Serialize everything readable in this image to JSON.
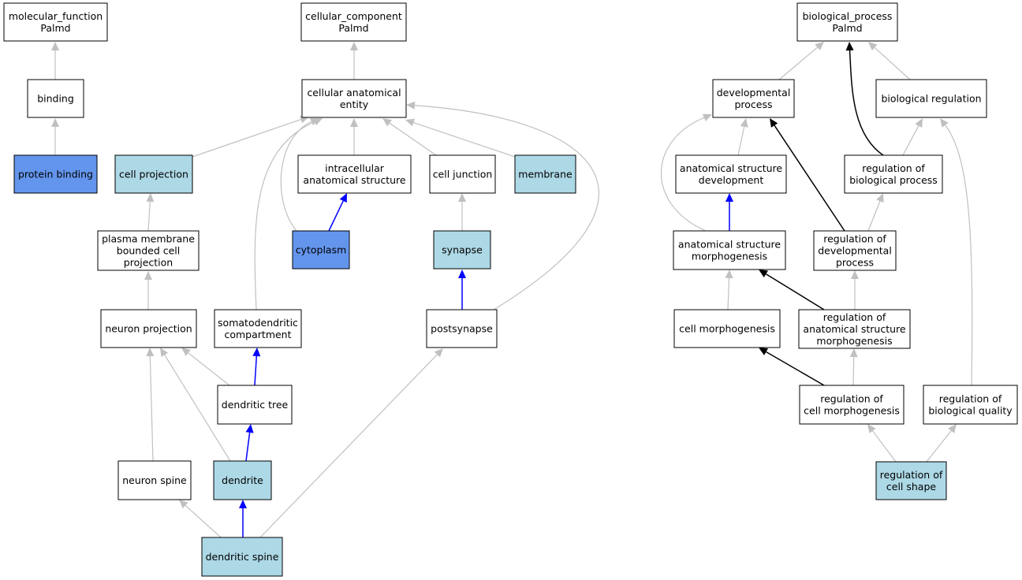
{
  "colors": {
    "default_fill": "#ffffff",
    "light_fill": "#add8e6",
    "strong_fill": "#6495ed",
    "edge_gray": "#c0c0c0",
    "edge_blue": "#0000ff",
    "edge_black": "#000000"
  },
  "nodes": [
    {
      "id": "mf",
      "lines": [
        "molecular_function",
        "Palmd"
      ],
      "style": "default"
    },
    {
      "id": "binding",
      "lines": [
        "binding"
      ],
      "style": "default"
    },
    {
      "id": "protein_binding",
      "lines": [
        "protein binding"
      ],
      "style": "strong"
    },
    {
      "id": "cc",
      "lines": [
        "cellular_component",
        "Palmd"
      ],
      "style": "default"
    },
    {
      "id": "cae",
      "lines": [
        "cellular anatomical",
        "entity"
      ],
      "style": "default"
    },
    {
      "id": "cell_projection",
      "lines": [
        "cell projection"
      ],
      "style": "light"
    },
    {
      "id": "intracellular",
      "lines": [
        "intracellular",
        "anatomical structure"
      ],
      "style": "default"
    },
    {
      "id": "cell_junction",
      "lines": [
        "cell junction"
      ],
      "style": "default"
    },
    {
      "id": "membrane",
      "lines": [
        "membrane"
      ],
      "style": "light"
    },
    {
      "id": "pmbcp",
      "lines": [
        "plasma membrane",
        "bounded cell",
        "projection"
      ],
      "style": "default"
    },
    {
      "id": "cytoplasm",
      "lines": [
        "cytoplasm"
      ],
      "style": "strong"
    },
    {
      "id": "synapse",
      "lines": [
        "synapse"
      ],
      "style": "light"
    },
    {
      "id": "neuron_projection",
      "lines": [
        "neuron projection"
      ],
      "style": "default"
    },
    {
      "id": "somatodendritic",
      "lines": [
        "somatodendritic",
        "compartment"
      ],
      "style": "default"
    },
    {
      "id": "postsynapse",
      "lines": [
        "postsynapse"
      ],
      "style": "default"
    },
    {
      "id": "dendritic_tree",
      "lines": [
        "dendritic tree"
      ],
      "style": "default"
    },
    {
      "id": "neuron_spine",
      "lines": [
        "neuron spine"
      ],
      "style": "default"
    },
    {
      "id": "dendrite",
      "lines": [
        "dendrite"
      ],
      "style": "light"
    },
    {
      "id": "dendritic_spine",
      "lines": [
        "dendritic spine"
      ],
      "style": "light"
    },
    {
      "id": "bp",
      "lines": [
        "biological_process",
        "Palmd"
      ],
      "style": "default"
    },
    {
      "id": "dev_process",
      "lines": [
        "developmental",
        "process"
      ],
      "style": "default"
    },
    {
      "id": "bio_regulation",
      "lines": [
        "biological regulation"
      ],
      "style": "default"
    },
    {
      "id": "asd",
      "lines": [
        "anatomical structure",
        "development"
      ],
      "style": "default"
    },
    {
      "id": "reg_bio_process",
      "lines": [
        "regulation of",
        "biological process"
      ],
      "style": "default"
    },
    {
      "id": "asm",
      "lines": [
        "anatomical structure",
        "morphogenesis"
      ],
      "style": "default"
    },
    {
      "id": "reg_dev_process",
      "lines": [
        "regulation of",
        "developmental",
        "process"
      ],
      "style": "default"
    },
    {
      "id": "cell_morph",
      "lines": [
        "cell morphogenesis"
      ],
      "style": "default"
    },
    {
      "id": "reg_asm",
      "lines": [
        "regulation of",
        "anatomical structure",
        "morphogenesis"
      ],
      "style": "default"
    },
    {
      "id": "reg_cell_morph",
      "lines": [
        "regulation of",
        "cell morphogenesis"
      ],
      "style": "default"
    },
    {
      "id": "reg_bio_quality",
      "lines": [
        "regulation of",
        "biological quality"
      ],
      "style": "default"
    },
    {
      "id": "reg_cell_shape",
      "lines": [
        "regulation of",
        "cell shape"
      ],
      "style": "light"
    }
  ],
  "edges": [
    {
      "from": "binding",
      "to": "mf",
      "color": "gray"
    },
    {
      "from": "protein_binding",
      "to": "binding",
      "color": "gray"
    },
    {
      "from": "cae",
      "to": "cc",
      "color": "gray"
    },
    {
      "from": "cell_projection",
      "to": "cae",
      "color": "gray"
    },
    {
      "from": "intracellular",
      "to": "cae",
      "color": "gray"
    },
    {
      "from": "cell_junction",
      "to": "cae",
      "color": "gray"
    },
    {
      "from": "membrane",
      "to": "cae",
      "color": "gray"
    },
    {
      "from": "cytoplasm",
      "to": "cae",
      "color": "gray"
    },
    {
      "from": "somatodendritic",
      "to": "cae",
      "color": "gray"
    },
    {
      "from": "postsynapse",
      "to": "cae",
      "color": "gray"
    },
    {
      "from": "cytoplasm",
      "to": "intracellular",
      "color": "blue"
    },
    {
      "from": "synapse",
      "to": "cell_junction",
      "color": "gray"
    },
    {
      "from": "pmbcp",
      "to": "cell_projection",
      "color": "gray"
    },
    {
      "from": "neuron_projection",
      "to": "pmbcp",
      "color": "gray"
    },
    {
      "from": "postsynapse",
      "to": "synapse",
      "color": "blue"
    },
    {
      "from": "dendritic_tree",
      "to": "neuron_projection",
      "color": "gray"
    },
    {
      "from": "dendritic_tree",
      "to": "somatodendritic",
      "color": "blue"
    },
    {
      "from": "neuron_spine",
      "to": "neuron_projection",
      "color": "gray"
    },
    {
      "from": "dendrite",
      "to": "neuron_projection",
      "color": "gray"
    },
    {
      "from": "dendrite",
      "to": "dendritic_tree",
      "color": "blue"
    },
    {
      "from": "dendritic_spine",
      "to": "neuron_spine",
      "color": "gray"
    },
    {
      "from": "dendritic_spine",
      "to": "dendrite",
      "color": "blue"
    },
    {
      "from": "dendritic_spine",
      "to": "postsynapse",
      "color": "gray"
    },
    {
      "from": "dev_process",
      "to": "bp",
      "color": "gray"
    },
    {
      "from": "bio_regulation",
      "to": "bp",
      "color": "gray"
    },
    {
      "from": "reg_bio_process",
      "to": "bp",
      "color": "black"
    },
    {
      "from": "asd",
      "to": "dev_process",
      "color": "gray"
    },
    {
      "from": "asm",
      "to": "dev_process",
      "color": "gray"
    },
    {
      "from": "reg_dev_process",
      "to": "dev_process",
      "color": "black"
    },
    {
      "from": "reg_bio_process",
      "to": "bio_regulation",
      "color": "gray"
    },
    {
      "from": "reg_bio_quality",
      "to": "bio_regulation",
      "color": "gray"
    },
    {
      "from": "asm",
      "to": "asd",
      "color": "blue"
    },
    {
      "from": "reg_dev_process",
      "to": "reg_bio_process",
      "color": "gray"
    },
    {
      "from": "cell_morph",
      "to": "asm",
      "color": "gray"
    },
    {
      "from": "reg_asm",
      "to": "asm",
      "color": "black"
    },
    {
      "from": "reg_asm",
      "to": "reg_dev_process",
      "color": "gray"
    },
    {
      "from": "reg_cell_morph",
      "to": "cell_morph",
      "color": "black"
    },
    {
      "from": "reg_cell_morph",
      "to": "reg_asm",
      "color": "gray"
    },
    {
      "from": "reg_cell_shape",
      "to": "reg_cell_morph",
      "color": "gray"
    },
    {
      "from": "reg_cell_shape",
      "to": "reg_bio_quality",
      "color": "gray"
    }
  ]
}
